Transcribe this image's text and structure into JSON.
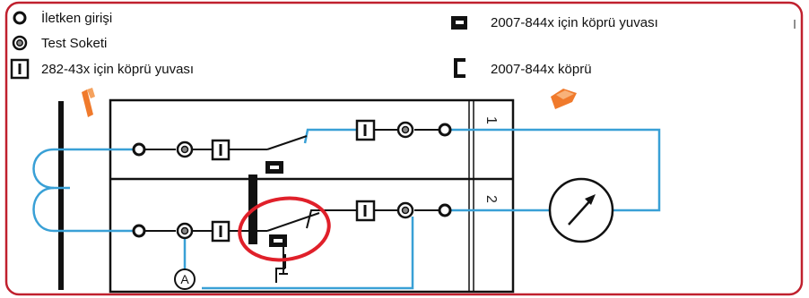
{
  "legend": {
    "conductor_entry": "İletken girişi",
    "test_socket": "Test Soketi",
    "bridge_slot_282": "282-43x için köprü yuvası",
    "bridge_slot_2007": "2007-844x için köprü yuvası",
    "bridge_2007": "2007-844x köprü"
  },
  "rows": {
    "row1": "1",
    "row2": "2"
  },
  "ammeter_label": "A",
  "colors": {
    "frame": "#c0202e",
    "wire": "#39a0d6",
    "ink": "#111111",
    "highlight": "#e0202a",
    "bridge_icon": "#f07a2c"
  },
  "icons": [
    "conductor-entry-icon",
    "test-socket-icon",
    "bridge-slot-icon",
    "bridge-icon",
    "meter-icon",
    "ammeter-icon"
  ]
}
